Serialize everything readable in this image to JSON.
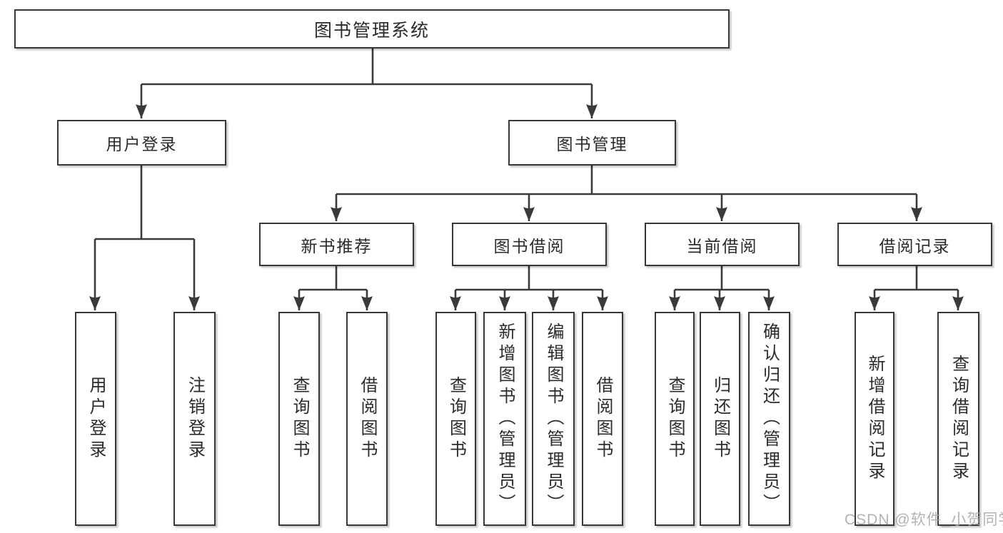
{
  "tree": {
    "root": {
      "label": "图书管理系统"
    },
    "branches": [
      {
        "label": "用户登录",
        "children": [
          {
            "label": "用户登录"
          },
          {
            "label": "注销登录"
          }
        ]
      },
      {
        "label": "图书管理",
        "modules": [
          {
            "label": "新书推荐",
            "children": [
              {
                "label": "查询图书"
              },
              {
                "label": "借阅图书"
              }
            ]
          },
          {
            "label": "图书借阅",
            "children": [
              {
                "label": "查询图书"
              },
              {
                "label": "新增图书（管理员）"
              },
              {
                "label": "编辑图书（管理员）"
              },
              {
                "label": "借阅图书"
              }
            ]
          },
          {
            "label": "当前借阅",
            "children": [
              {
                "label": "查询图书"
              },
              {
                "label": "归还图书"
              },
              {
                "label": "确认归还（管理员）"
              }
            ]
          },
          {
            "label": "借阅记录",
            "children": [
              {
                "label": "新增借阅记录"
              },
              {
                "label": "查询借阅记录"
              }
            ]
          }
        ]
      }
    ]
  },
  "watermark": "CSDN @软件_小贺同学",
  "colors": {
    "line": "#3a3a3a",
    "box_border": "#383838",
    "text": "#2b2b2b",
    "watermark": "#a6a6a6",
    "background": "#ffffff"
  }
}
